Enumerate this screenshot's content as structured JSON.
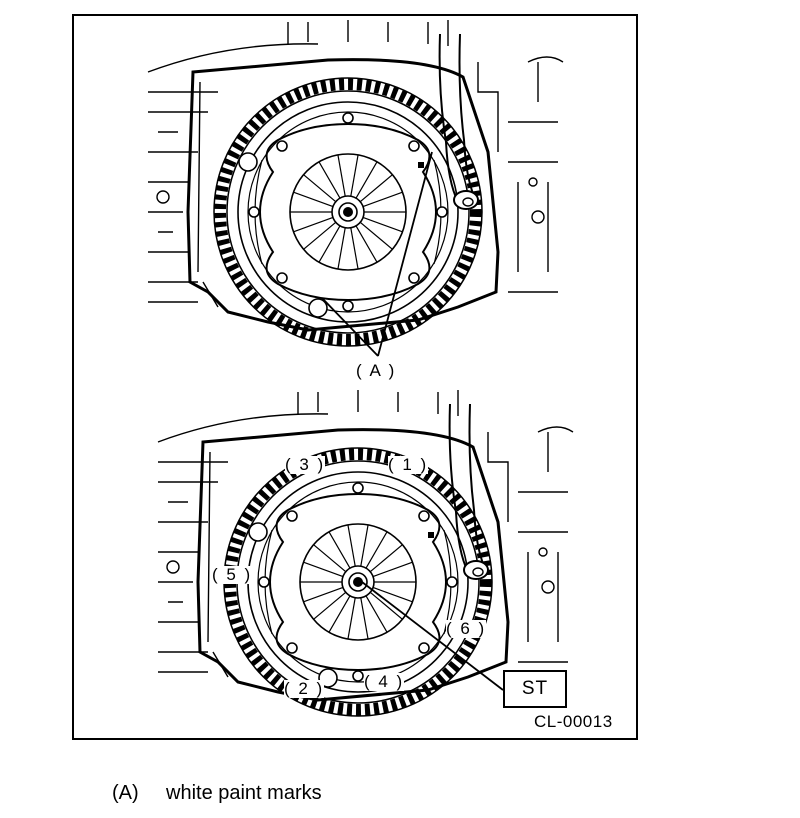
{
  "labels": {
    "callout_a": "( A )",
    "n1": "( 1 )",
    "n2": "( 2 )",
    "n3": "( 3 )",
    "n4": "( 4 )",
    "n5": "( 5 )",
    "n6": "( 6 )",
    "st": "ST",
    "figure_code": "CL-00013"
  },
  "caption": {
    "key": "(A)",
    "text": "white paint marks"
  },
  "icons": {
    "upper": "clutch-assembly-drawing",
    "lower": "clutch-assembly-bolt-sequence-drawing"
  }
}
